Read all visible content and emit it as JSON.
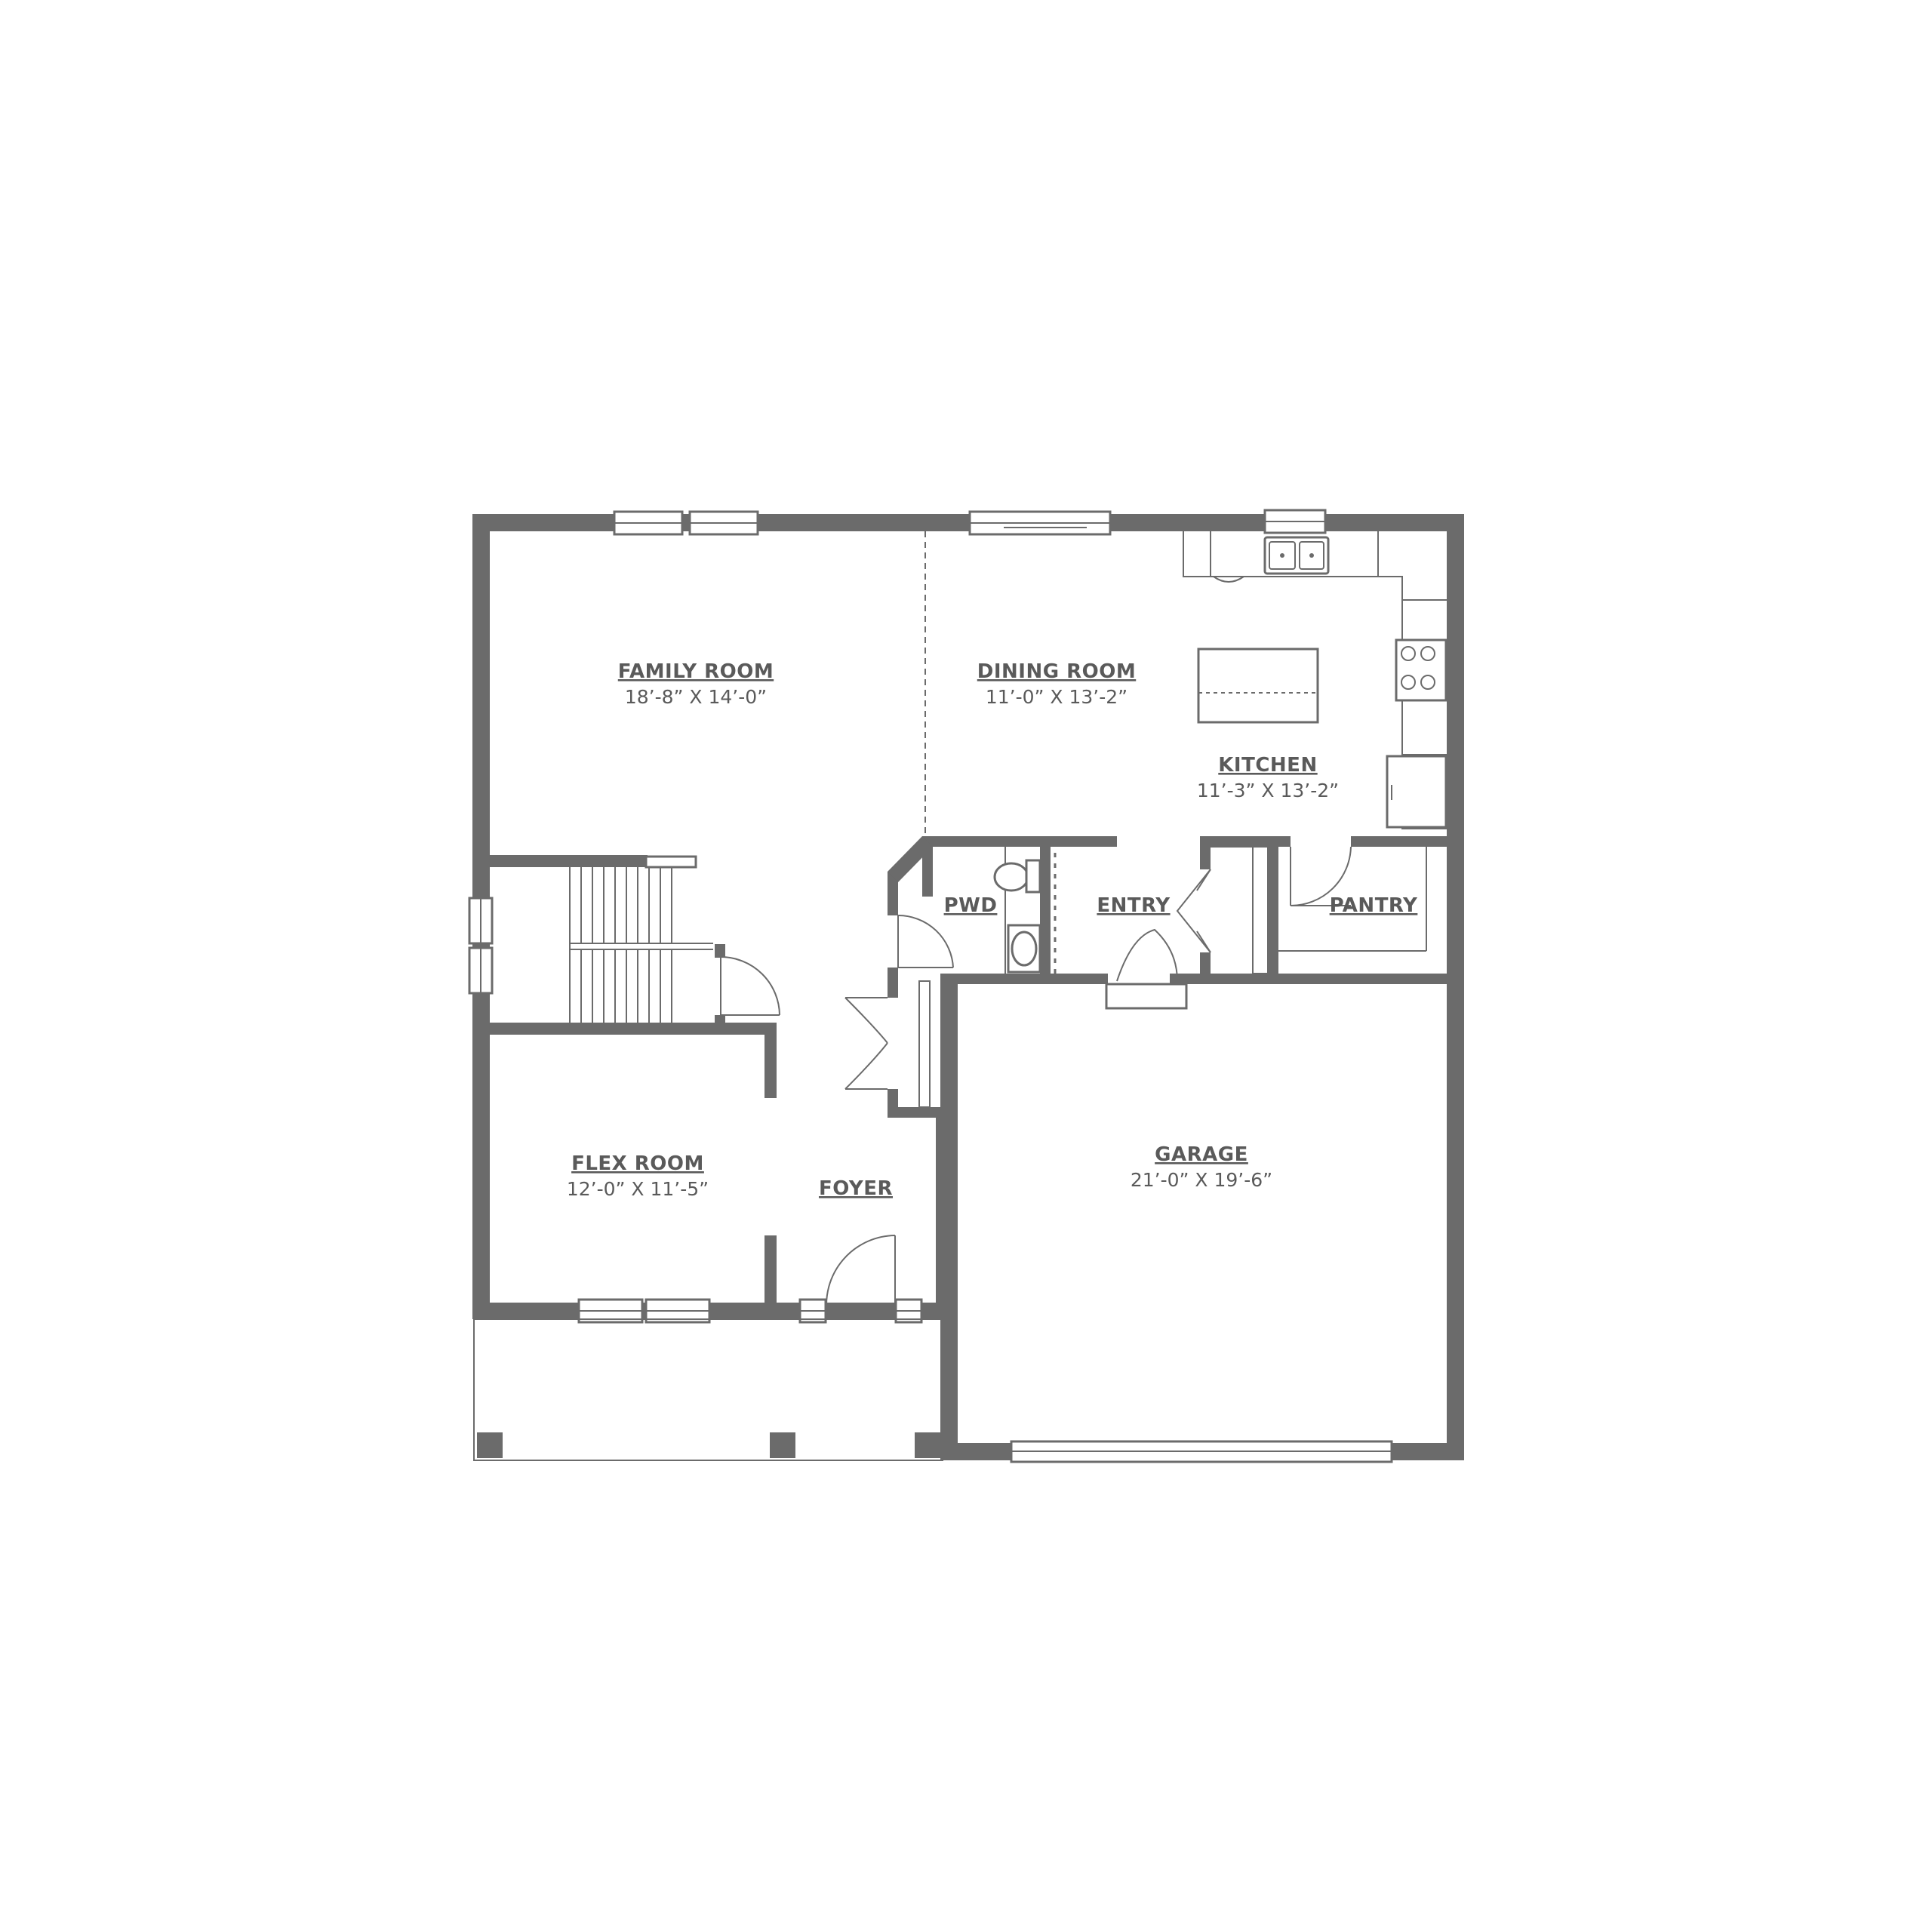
{
  "plan": {
    "colors": {
      "wall": "#6b6b6b",
      "text": "#5a5a5a",
      "background": "#ffffff"
    },
    "rooms": {
      "family_room": {
        "name": "FAMILY ROOM",
        "dims": "18’-8” X 14’-0”"
      },
      "dining_room": {
        "name": "DINING ROOM",
        "dims": "11’-0” X 13’-2”"
      },
      "kitchen": {
        "name": "KITCHEN",
        "dims": "11’-3” X 13’-2”"
      },
      "pwd": {
        "name": "PWD"
      },
      "entry": {
        "name": "ENTRY"
      },
      "pantry": {
        "name": "PANTRY"
      },
      "flex_room": {
        "name": "FLEX ROOM",
        "dims": "12’-0” X 11’-5”"
      },
      "foyer": {
        "name": "FOYER"
      },
      "garage": {
        "name": "GARAGE",
        "dims": "21’-0” X 19’-6”"
      }
    }
  }
}
